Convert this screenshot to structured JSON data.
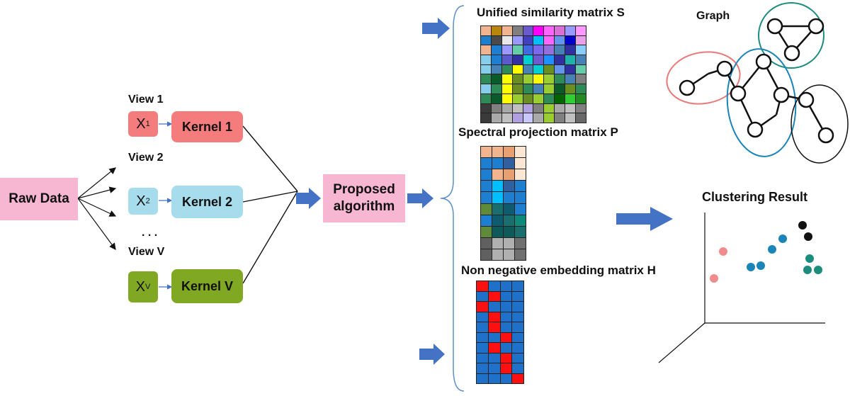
{
  "raw_data": "Raw Data",
  "views": [
    {
      "label": "View 1",
      "x": "X",
      "sup": "1",
      "kernel": "Kernel 1",
      "color": "#F47C7C"
    },
    {
      "label": "View 2",
      "x": "X",
      "sup": "2",
      "kernel": "Kernel 2",
      "color": "#A6DCEC"
    },
    {
      "label": "View V",
      "x": "X",
      "sup": "V",
      "kernel": "Kernel V",
      "color": "#80A822"
    }
  ],
  "ellipsis": ". . .",
  "algorithm": {
    "line1": "Proposed",
    "line2": "algorithm",
    "color": "#F7B6D2"
  },
  "matrices": {
    "s_title": "Unified similarity matrix S",
    "p_title": "Spectral projection matrix P",
    "h_title": "Non negative embedding matrix H"
  },
  "graph_title": "Graph",
  "clustering_title": "Clustering Result",
  "colors": {
    "arrow": "#4472C4",
    "cluster_pink": "#F28C8C",
    "cluster_blue": "#1B85B8",
    "cluster_teal": "#1C8C7E",
    "cluster_black": "#111111"
  }
}
